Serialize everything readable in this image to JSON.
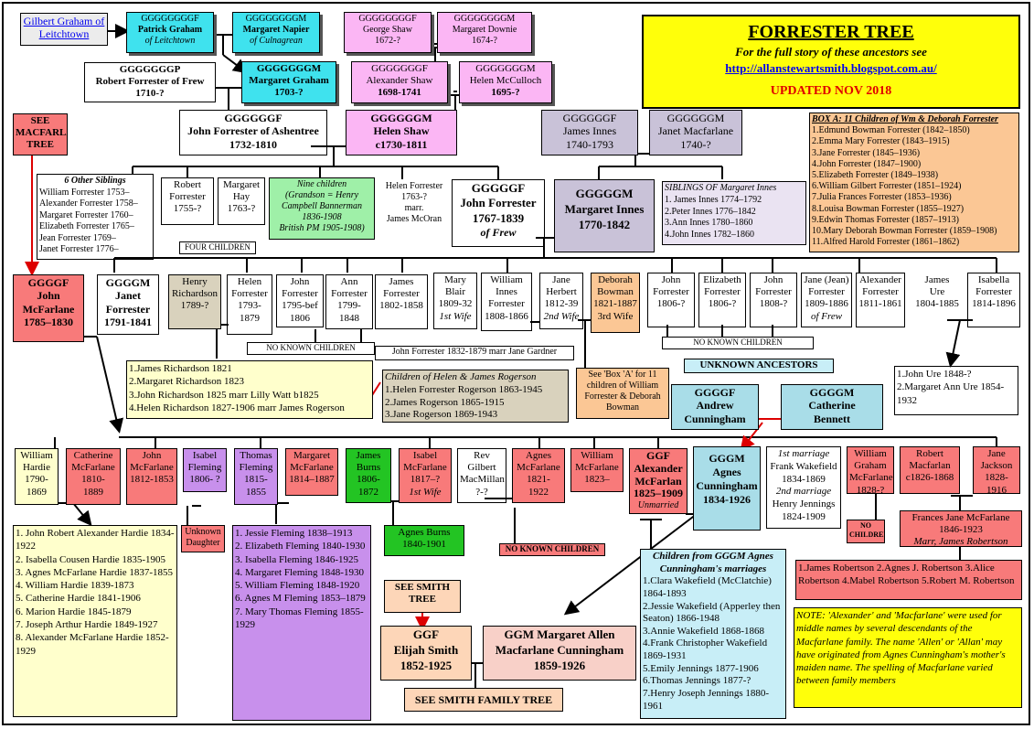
{
  "header": {
    "title": "FORRESTER TREE",
    "subtitle": "For the full story of these ancestors see",
    "url": "http://allanstewartsmith.blogspot.com.au/",
    "updated": "UPDATED NOV 2018"
  },
  "top": {
    "gilbert": "Gilbert  Graham of Leitchtown",
    "patrick": [
      "GGGGGGGGF",
      "Patrick Graham",
      "of Leitchtown"
    ],
    "margaret_napier": [
      "GGGGGGGGM",
      "Margaret Napier",
      "of Culnagrean"
    ],
    "george_shaw": [
      "GGGGGGGGF",
      "George Shaw",
      "1672-?"
    ],
    "margaret_downie": [
      "GGGGGGGGM",
      "Margaret Downie",
      "1674-?"
    ],
    "robert_frew": [
      "GGGGGGGP",
      "Robert Forrester of Frew",
      "1710-?"
    ],
    "margaret_graham": [
      "GGGGGGGM",
      "Margaret Graham",
      "1703-?"
    ],
    "alexander_shaw": [
      "GGGGGGGF",
      "Alexander Shaw",
      "1698-1741"
    ],
    "helen_mcculloch": [
      "GGGGGGGM",
      "Helen McCulloch",
      "1695-?"
    ],
    "see_macfarlane": "SEE MACFARLANE TREE",
    "john_ashentree": [
      "GGGGGGF",
      "John Forrester of Ashentree",
      "1732-1810"
    ],
    "helen_shaw": [
      "GGGGGGM",
      "Helen Shaw",
      "c1730-1811"
    ],
    "james_innes": [
      "GGGGGGF",
      "James Innes",
      "1740-1793"
    ],
    "janet_macfarlane": [
      "GGGGGGM",
      "Janet Macfarlane",
      "1740-?"
    ]
  },
  "box_a": {
    "title": "BOX A: 11 Children of Wm & Deborah Forrester",
    "items": [
      "1.Edmund Bowman Forrester (1842–1850)",
      "2.Emma Mary Forrester (1843–1915)",
      "3.Jane Forrester (1845–1936)",
      "4.John Forrester (1847–1900)",
      "5.Elizabeth Forrester (1849–1938)",
      "6.William Gilbert Forrester (1851–1924)",
      "7.Julia Frances Forrester (1853–1936)",
      "8.Louisa Bowman Forrester (1855–1927)",
      "9.Edwin Thomas Forrester (1857–1913)",
      "10.Mary Deborah Bowman Forrester (1859–1908)",
      "11.Alfred Harold Forrester (1861–1862)"
    ]
  },
  "row3": {
    "siblings_title": "6 Other Siblings",
    "siblings": [
      "William Forrester 1753–",
      "Alexander Forrester 1758–",
      "Margaret Forrester 1760–",
      "Elizabeth Forrester 1765–",
      "Jean Forrester 1769–",
      "Janet Forrester 1776–"
    ],
    "robert": [
      "Robert",
      "Forrester",
      "1755-?"
    ],
    "margaret_hay": [
      "Margaret",
      "Hay",
      "1763-?"
    ],
    "four_children": "FOUR CHILDREN",
    "nine_children": [
      "Nine children",
      "(Grandson = Henry",
      "Campbell Bannerman",
      "1836-1908",
      "British PM 1905-1908)"
    ],
    "helen_forrester": [
      "Helen Forrester",
      "1763-?",
      "marr.",
      "James McOran"
    ],
    "john_frew": [
      "GGGGGF",
      "John Forrester",
      "1767-1839",
      "of Frew"
    ],
    "margaret_innes": [
      "GGGGGM",
      "Margaret Innes",
      "1770-1842"
    ],
    "siblings_innes_title": "SIBLINGS OF Margaret Innes",
    "siblings_innes": [
      "1. James Innes 1774–1792",
      "2.Peter Innes 1776–1842",
      "3.Ann Innes 1780–1860",
      "4.John Innes 1782–1860"
    ]
  },
  "row4": {
    "john_mcfarlane": [
      "GGGGF",
      "John",
      "McFarlane",
      "1785–1830"
    ],
    "janet_forrester": [
      "GGGGM",
      "Janet",
      "Forrester",
      "1791-1841"
    ],
    "henry_richardson": [
      "Henry",
      "Richardson",
      "1789-?"
    ],
    "helen_forrester2": [
      "Helen",
      "Forrester",
      "1793-1879"
    ],
    "john_forrester2": [
      "John",
      "Forrester",
      "1795-bef",
      "1806"
    ],
    "ann_forrester": [
      "Ann",
      "Forrester",
      "1799-1848"
    ],
    "james_forrester": [
      "James",
      "Forrester",
      "1802-1858"
    ],
    "mary_blair": [
      "Mary",
      "Blair",
      "1809-32",
      "1st Wife"
    ],
    "william_innes": [
      "William",
      "Innes",
      "Forrester",
      "1808-1866"
    ],
    "jane_herbert": [
      "Jane",
      "Herbert",
      "1812-39",
      "2nd Wife"
    ],
    "deborah_bowman": [
      "Deborah",
      "Bowman",
      "1821-1887",
      "3rd Wife"
    ],
    "john_forrester3": [
      "John",
      "Forrester",
      "1806-?"
    ],
    "elizabeth_forrester": [
      "Elizabeth",
      "Forrester",
      "1806-?"
    ],
    "john_forrester4": [
      "John",
      "Forrester",
      "1808-?"
    ],
    "jane_jean": [
      "Jane (Jean)",
      "Forrester",
      "1809-1886",
      "of Frew"
    ],
    "alexander_forrester": [
      "Alexander",
      "Forrester",
      "1811-1861"
    ],
    "james_ure": [
      "James",
      "Ure",
      "1804-1885"
    ],
    "isabella_forrester": [
      "Isabella",
      "Forrester",
      "1814-1896"
    ],
    "no_known_1": "NO KNOWN CHILDREN",
    "no_known_2": "NO KNOWN CHILDREN",
    "john_1832": "John Forrester 1832-1879 marr Jane Gardner"
  },
  "row5": {
    "richardson_list": [
      "1.James Richardson 1821",
      "2.Margaret Richardson 1823",
      "3.John Richardson 1825 marr Lilly Watt b1825",
      "4.Helen Richardson 1827-1906 marr James Rogerson"
    ],
    "rogerson_title": "Children of Helen & James Rogerson",
    "rogerson_list": [
      "1.Helen Forrester Rogerson 1863-1945",
      "2.James Rogerson 1865-1915",
      "3.Jane Rogerson 1869-1943"
    ],
    "see_box_a": "See 'Box 'A' for 11 children of William Forrester & Deborah Bowman",
    "unknown_ancestors": "UNKNOWN ANCESTORS",
    "andrew": [
      "GGGGF",
      "Andrew",
      "Cunningham"
    ],
    "catherine": [
      "GGGGM",
      "Catherine",
      "Bennett"
    ],
    "ure_list": [
      "1.John Ure 1848-?",
      "2.Margaret Ann Ure 1854-1932"
    ]
  },
  "row6": {
    "william_hardie": [
      "William",
      "Hardie",
      "1790-",
      "1869"
    ],
    "catherine_mcfarlane": [
      "Catherine",
      "McFarlane",
      "1810-",
      "1889"
    ],
    "john_mcfarlane2": [
      "John",
      "McFarlane",
      "1812-1853"
    ],
    "isabel_fleming": [
      "Isabel",
      "Fleming",
      "1806- ?"
    ],
    "thomas_fleming": [
      "Thomas",
      "Fleming",
      "1815-",
      "1855"
    ],
    "margaret_mcfarlane": [
      "Margaret",
      "McFarlane",
      "1814–1887"
    ],
    "james_burns": [
      "James",
      "Burns",
      "1806-",
      "1872"
    ],
    "isabel_mcfarlane": [
      "Isabel",
      "McFarlane",
      "1817–?",
      "1st Wife"
    ],
    "rev_gilbert": [
      "Rev",
      "Gilbert",
      "MacMillan",
      "?-?"
    ],
    "agnes_mcfarlane": [
      "Agnes",
      "McFarlane",
      "1821-",
      "1922"
    ],
    "william_mcfarlane": [
      "William",
      "McFarlane",
      "1823–"
    ],
    "alexander_mcfarlan": [
      "GGF",
      "Alexander",
      "McFarlan",
      "1825–1909",
      "Unmarried"
    ],
    "agnes_cunningham": [
      "GGGM",
      "Agnes",
      "Cunningham",
      "1834-1926"
    ],
    "wakefield_jennings": [
      "1st marriage",
      "Frank Wakefield",
      "1834-1869",
      "2nd marriage",
      "Henry Jennings",
      "1824-1909"
    ],
    "william_graham": [
      "William",
      "Graham",
      "McFarlane",
      "1828-?"
    ],
    "robert_macfarlan": [
      "Robert",
      "Macfarlan",
      "c1826-1868"
    ],
    "jane_jackson": [
      "Jane",
      "Jackson",
      "1828-1916"
    ]
  },
  "row7": {
    "hardie_list": [
      "1. John Robert Alexander Hardie 1834-1922",
      "2. Isabella Cousen Hardie 1835-1905",
      "3. Agnes McFarlane Hardie 1837-1855",
      "4. William  Hardie 1839-1873",
      "5. Catherine Hardie 1841-1906",
      "6. Marion Hardie 1845-1879",
      "7. Joseph Arthur Hardie 1849-1927",
      "8. Alexander McFarlane Hardie 1852-1929"
    ],
    "unknown_daughter": "Unknown Daughter",
    "fleming_list": [
      "1. Jessie Fleming 1838–1913",
      "2. Elizabeth Fleming 1840-1930",
      "3. Isabella Fleming 1846-1925",
      "4. Margaret Fleming 1848-1930",
      "5. William  Fleming 1848-1920",
      "6. Agnes M Fleming 1853–1879",
      "7. Mary Thomas Fleming 1855-1929"
    ],
    "agnes_burns": [
      "Agnes Burns",
      "1840-1901"
    ],
    "no_known_3": "NO KNOWN CHILDREN",
    "no_children": "NO CHILDREN",
    "frances_jane": [
      "Frances Jane McFarlane",
      "1846-1923",
      "Marr, James Robertson"
    ],
    "robertson_list": "1.James Robertson 2.Agnes J. Robertson 3.Alice Robertson 4.Mabel Robertson 5.Robert  M. Robertson",
    "children_title": "Children from GGGM Agnes Cunningham's marriages",
    "children_list": [
      "1.Clara Wakefield (McClatchie) 1864-1893",
      "2.Jessie Wakefield (Apperley then Seaton) 1866-1948",
      "3.Annie Wakefield 1868-1868",
      "4.Frank Christopher Wakefield 1869-1931",
      "5.Emily Jennings 1877-1906",
      "6.Thomas Jennings 1877-?",
      "7.Henry Joseph Jennings 1880-1961"
    ],
    "see_smith": "SEE SMITH TREE",
    "elijah": [
      "GGF",
      "Elijah Smith",
      "1852-1925"
    ],
    "margaret_allen": [
      "GGM Margaret Allen",
      "Macfarlane Cunningham",
      "1859-1926"
    ],
    "see_smith_family": "SEE  SMITH FAMILY TREE",
    "note": "NOTE:  'Alexander' and 'Macfarlane' were used for middle names by several descendants of the Macfarlane family.  The name 'Allen' or 'Allan' may  have originated from Agnes Cunningham's mother's maiden name. The spelling of Macfarlane varied between family members"
  }
}
